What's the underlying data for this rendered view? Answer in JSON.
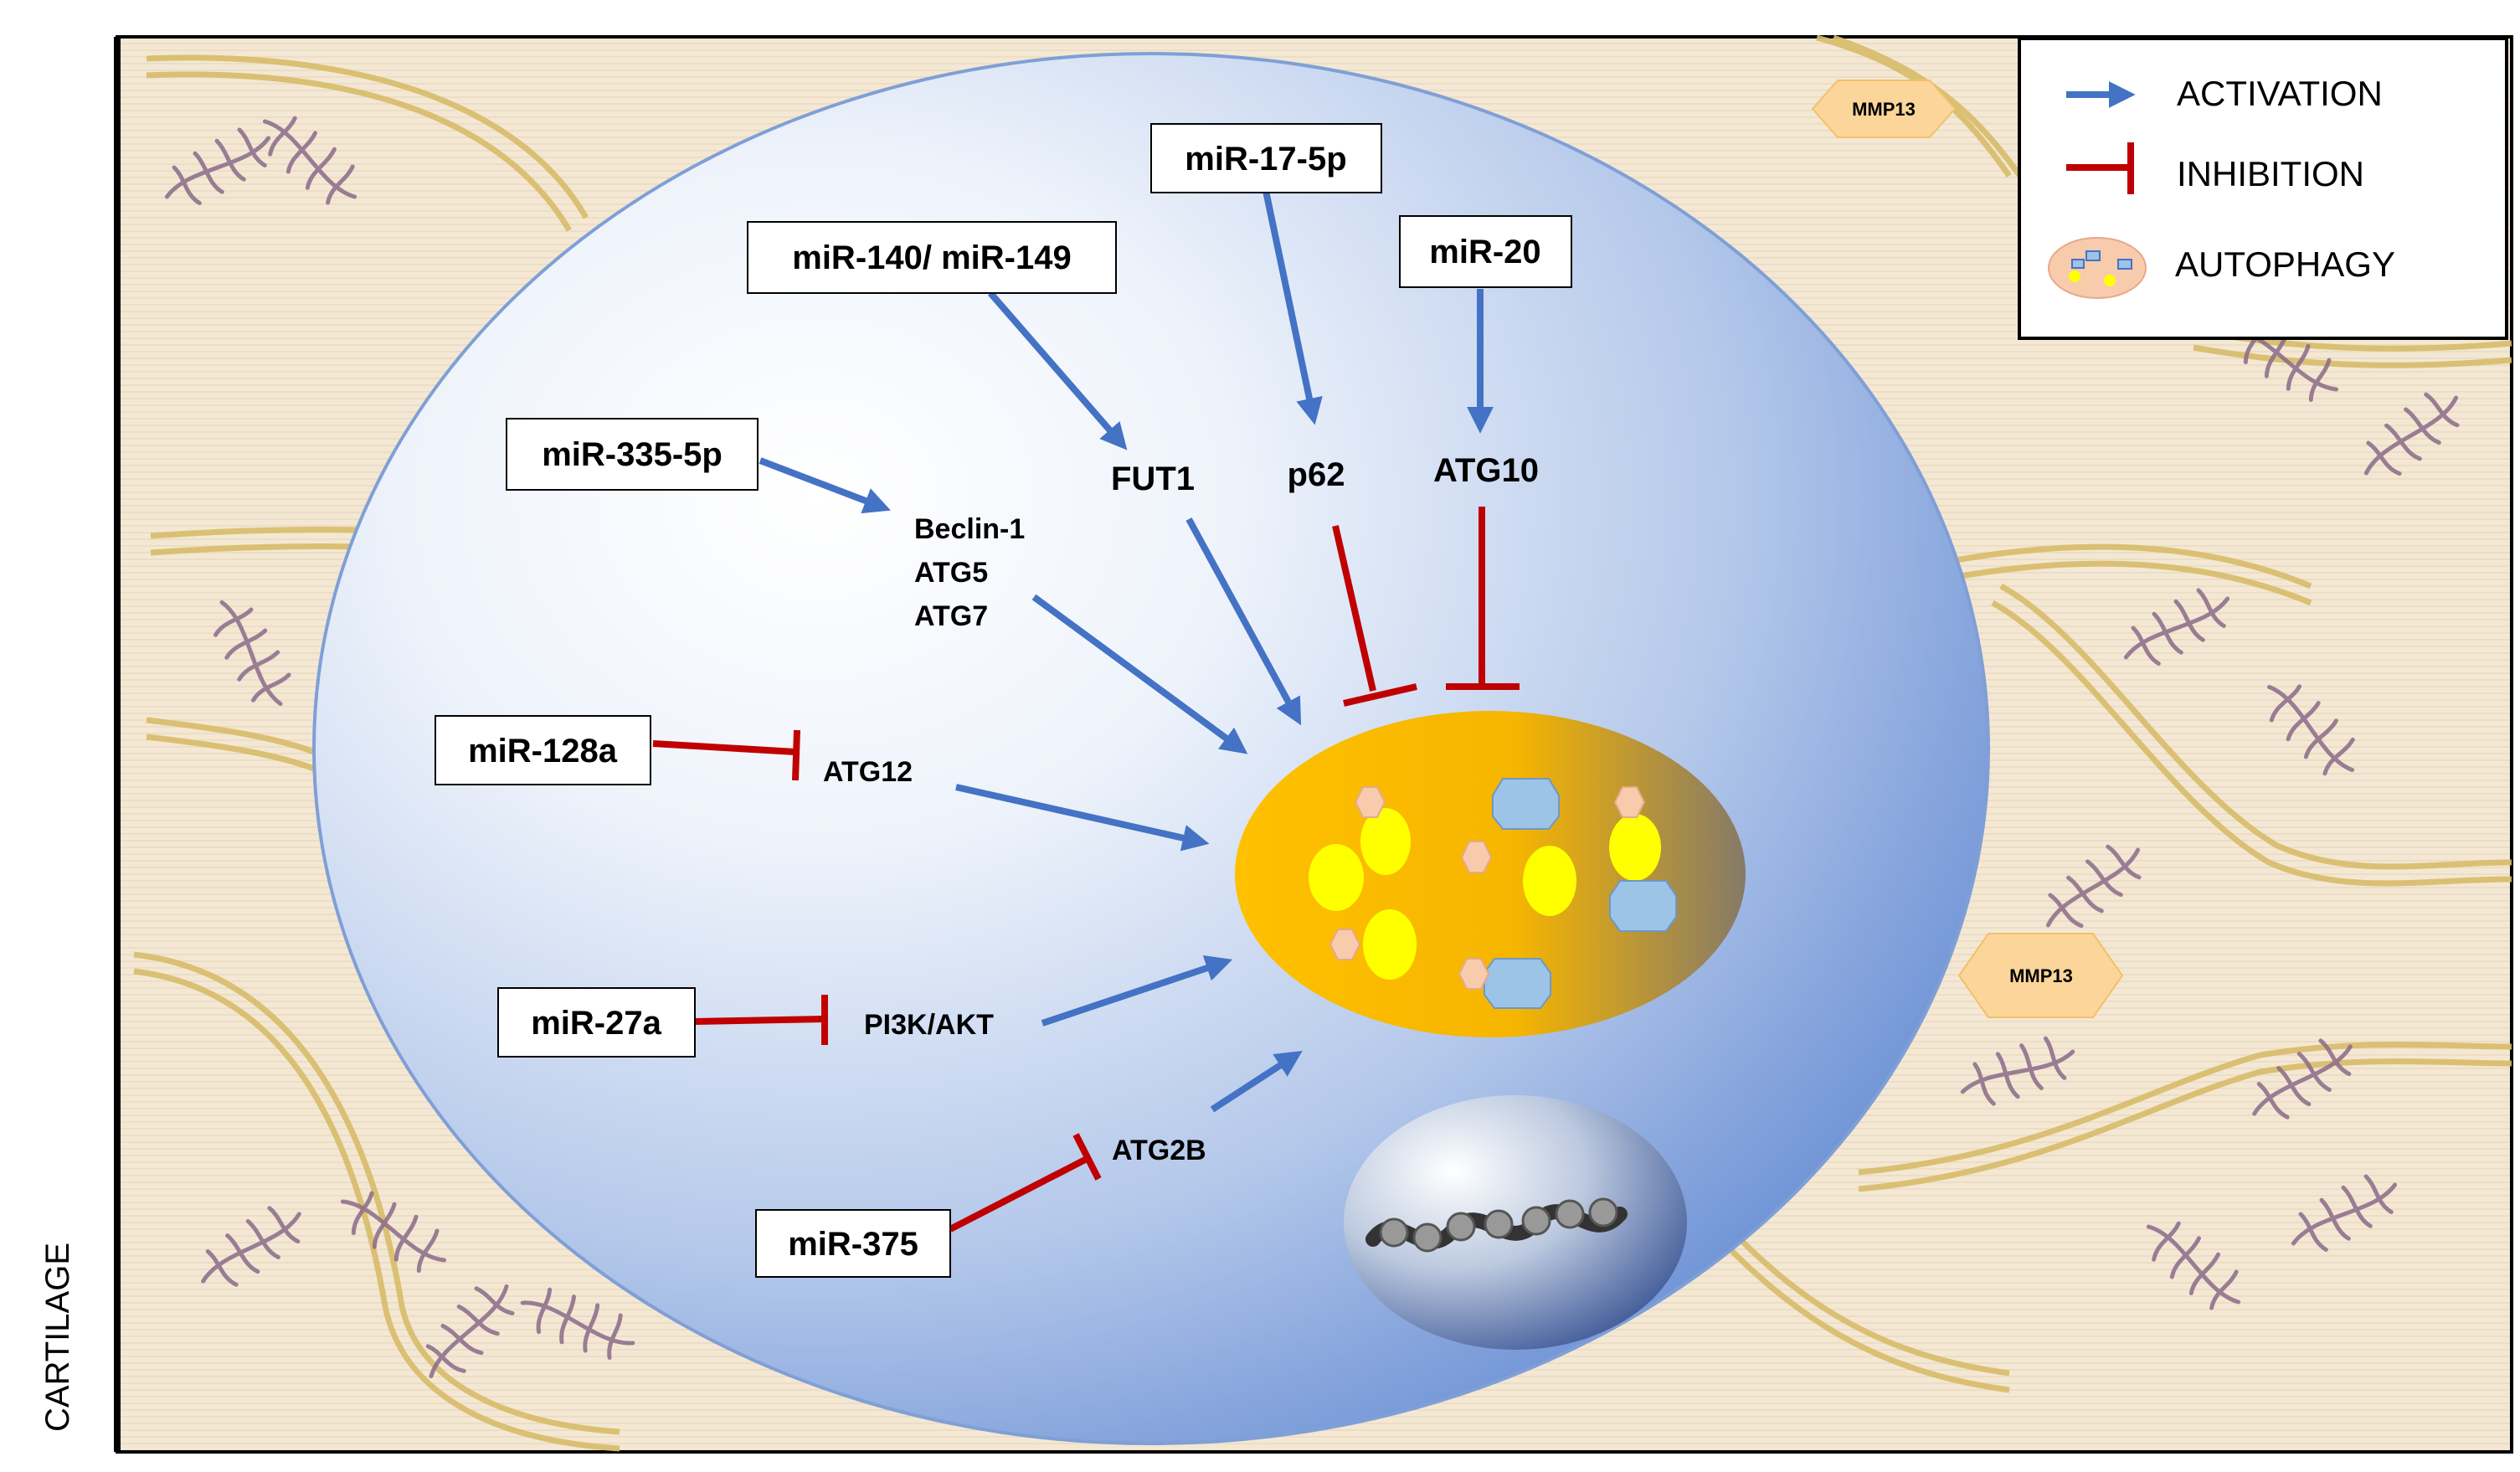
{
  "side_label": "CARTILAGE",
  "legend": {
    "activation": "ACTIVATION",
    "inhibition": "INHIBITION",
    "autophagy": "AUTOPHAGY"
  },
  "mmp": [
    "MMP13",
    "MMP13"
  ],
  "mirnas": {
    "mir17": "miR-17-5p",
    "mir140": "miR-140/ miR-149",
    "mir20": "miR-20",
    "mir335": "miR-335-5p",
    "mir128": "miR-128a",
    "mir27": "miR-27a",
    "mir375": "miR-375"
  },
  "targets": {
    "fut1": "FUT1",
    "p62": "p62",
    "atg10": "ATG10",
    "beclin": "Beclin-1",
    "atg5": "ATG5",
    "atg7": "ATG7",
    "atg12": "ATG12",
    "pi3k": "PI3K/AKT",
    "atg2b": "ATG2B"
  },
  "colors": {
    "activation": "#4472C4",
    "inhibition": "#C00000",
    "background": "#F4E8D4",
    "fiber": "#D8BC6A",
    "collagen": "#8A6A88",
    "cell_edge": "#7F9FD6",
    "autophagosome": "#F4B400",
    "cargo_yellow": "#FFFF00",
    "cargo_blue": "#9DC3E6",
    "cargo_pink": "#F8CBAD"
  }
}
